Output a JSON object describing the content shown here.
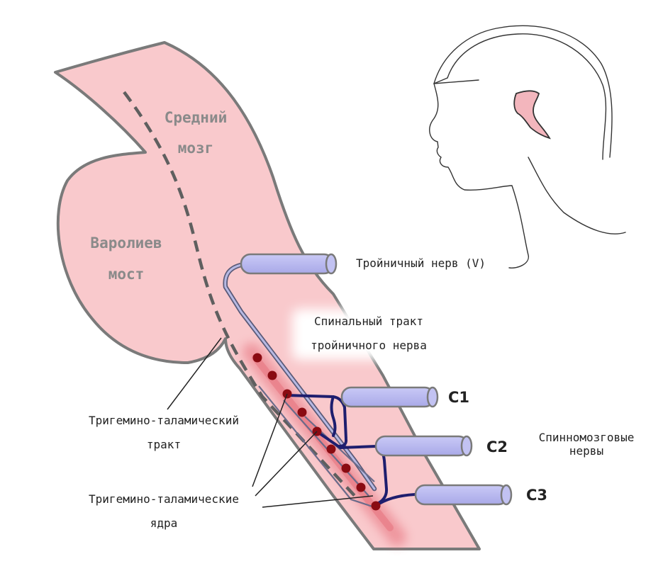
{
  "regions": {
    "midbrain": [
      "Средний",
      "мозг"
    ],
    "pons": [
      "Варолиев",
      "мост"
    ]
  },
  "labels": {
    "trigeminal_nerve": "Тройничный нерв (V)",
    "spinal_tract": [
      "Спинальный тракт",
      "тройничного нерва"
    ],
    "trigemino_thalamic_tract": [
      "Тригемино-таламический",
      "тракт"
    ],
    "trigemino_thalamic_nuclei": [
      "Тригемино-таламические",
      "ядра"
    ],
    "spinal_nerves": [
      "Спинномозговые",
      "нервы"
    ]
  },
  "nerves": [
    "C1",
    "C2",
    "C3"
  ],
  "colors": {
    "brainstem_fill": "#f9c9cc",
    "outline": "#7a7a7a",
    "nerve_fill": "#b4b4ee",
    "nerve_stroke": "#7a7a7a",
    "tract_blue": "#1e1e6e",
    "nucleus": "#8a0b12",
    "dashed_line": "#5f5f5f",
    "ear_fill": "#f3b6bd"
  }
}
